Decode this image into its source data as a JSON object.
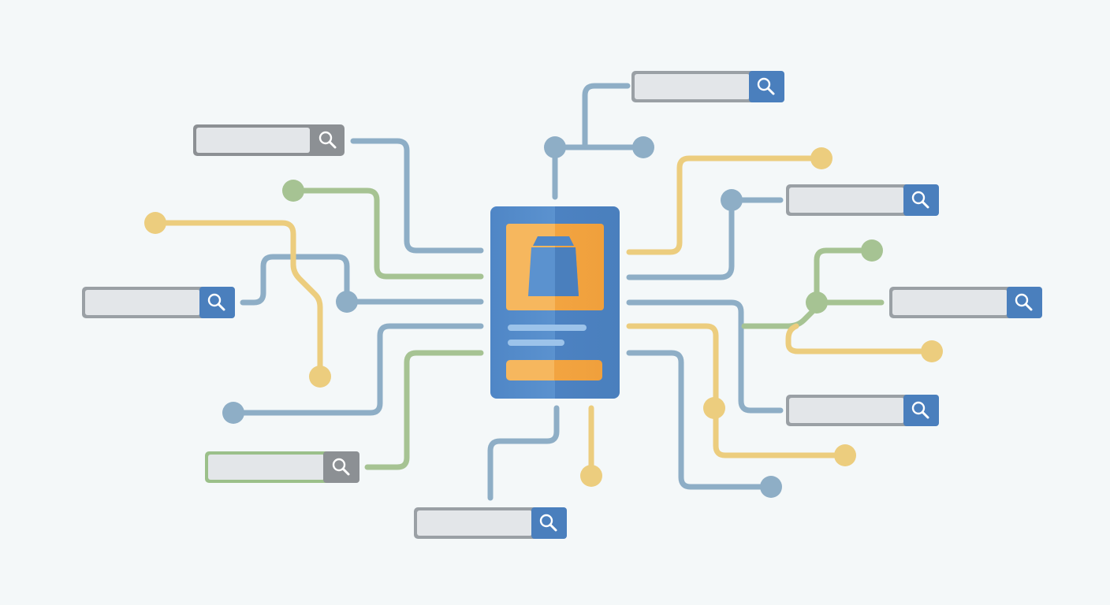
{
  "diagram": {
    "central_device": {
      "icon": "shopping-bag-icon",
      "has_action_button": true,
      "text_lines": 2
    },
    "search_bars": [
      {
        "name": "search-bar-top-left",
        "accent": "#8c9094",
        "icon": "magnifier-icon",
        "value": ""
      },
      {
        "name": "search-bar-left",
        "accent": "#4a7fbd",
        "icon": "magnifier-icon",
        "value": ""
      },
      {
        "name": "search-bar-bottom-left",
        "accent": "#8c9094",
        "border": "#9bc08a",
        "icon": "magnifier-icon",
        "value": ""
      },
      {
        "name": "search-bar-bottom-center",
        "accent": "#4a7fbd",
        "icon": "magnifier-icon",
        "value": ""
      },
      {
        "name": "search-bar-top-right",
        "accent": "#4a7fbd",
        "icon": "magnifier-icon",
        "value": ""
      },
      {
        "name": "search-bar-right-upper",
        "accent": "#4a7fbd",
        "icon": "magnifier-icon",
        "value": ""
      },
      {
        "name": "search-bar-right-middle",
        "accent": "#4a7fbd",
        "icon": "magnifier-icon",
        "value": ""
      },
      {
        "name": "search-bar-right-lower",
        "accent": "#4a7fbd",
        "icon": "magnifier-icon",
        "value": ""
      }
    ],
    "colors": {
      "background": "#f4f8f9",
      "wire_blue": "#8eaec6",
      "wire_green": "#a6c393",
      "wire_yellow": "#eccd7e",
      "device_blue": "#5b92cf",
      "device_orange": "#f3aa4b",
      "search_bar_fill": "#e3e6e9",
      "search_bar_border": "#9aa0a5",
      "search_button_blue": "#4a7fbd",
      "search_button_gray": "#8c9094"
    }
  }
}
